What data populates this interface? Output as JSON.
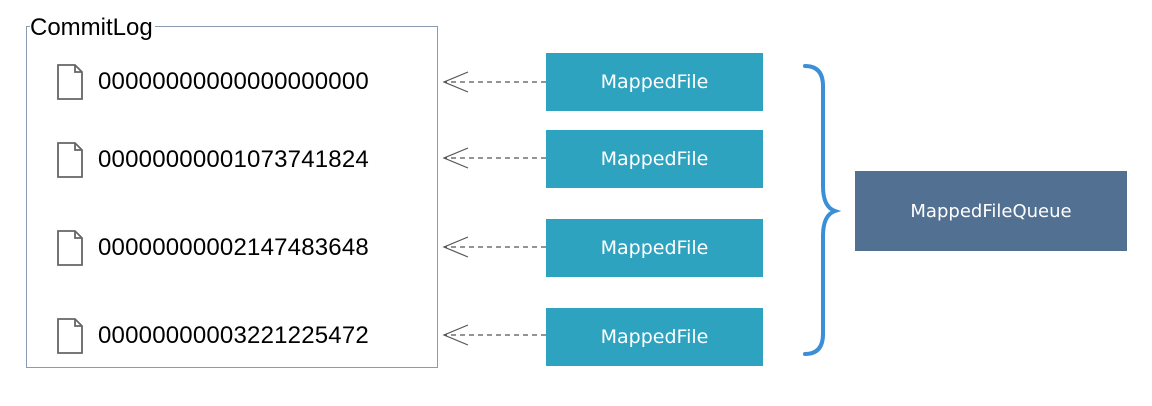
{
  "commitlog": {
    "title": "CommitLog",
    "files": [
      {
        "name": "00000000000000000000"
      },
      {
        "name": "00000000001073741824"
      },
      {
        "name": "00000000002147483648"
      },
      {
        "name": "00000000003221225472"
      }
    ]
  },
  "mapped_files": [
    {
      "label": "MappedFile"
    },
    {
      "label": "MappedFile"
    },
    {
      "label": "MappedFile"
    },
    {
      "label": "MappedFile"
    }
  ],
  "queue": {
    "label": "MappedFileQueue"
  },
  "colors": {
    "mapped_file_fill": "#2ea3c0",
    "queue_fill": "#517092",
    "brace": "#3a8fd6",
    "box_border": "#8a9bb0",
    "arrow": "#555555"
  },
  "icons": {
    "file": "document-icon",
    "brace": "curly-brace-icon",
    "arrow": "dashed-open-arrow"
  }
}
